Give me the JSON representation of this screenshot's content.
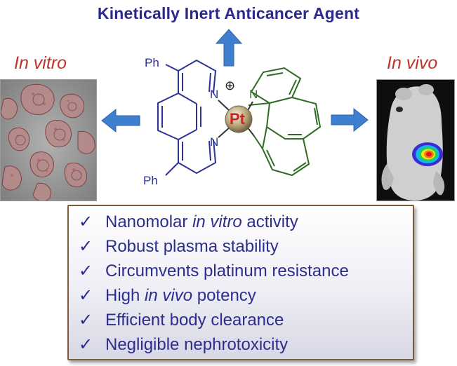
{
  "title": "Kinetically Inert Anticancer Agent",
  "left_label": "In vitro",
  "right_label": "In vivo",
  "molecule": {
    "metal": "Pt",
    "charge": "⊕",
    "phenyl_top": "Ph",
    "phenyl_bottom": "Ph",
    "n_top": "N",
    "n_bottom": "N",
    "n_right": "N"
  },
  "features": [
    {
      "before": "Nanomolar ",
      "italic": "in vitro",
      "after": " activity"
    },
    {
      "before": "Robust plasma stability",
      "italic": "",
      "after": ""
    },
    {
      "before": "Circumvents platinum resistance",
      "italic": "",
      "after": ""
    },
    {
      "before": "High ",
      "italic": "in vivo",
      "after": " potency"
    },
    {
      "before": "Efficient body clearance",
      "italic": "",
      "after": ""
    },
    {
      "before": "Negligible nephrotoxicity",
      "italic": "",
      "after": ""
    }
  ],
  "check_glyph": "✓",
  "colors": {
    "title": "#2b2a8a",
    "side_label": "#c0342a",
    "arrow": "#3f7fcf",
    "phenanthroline": "#2d3196",
    "benzoquinoline": "#2f6b23",
    "pt_text": "#cc2222",
    "feature_text": "#2c2d8e"
  }
}
